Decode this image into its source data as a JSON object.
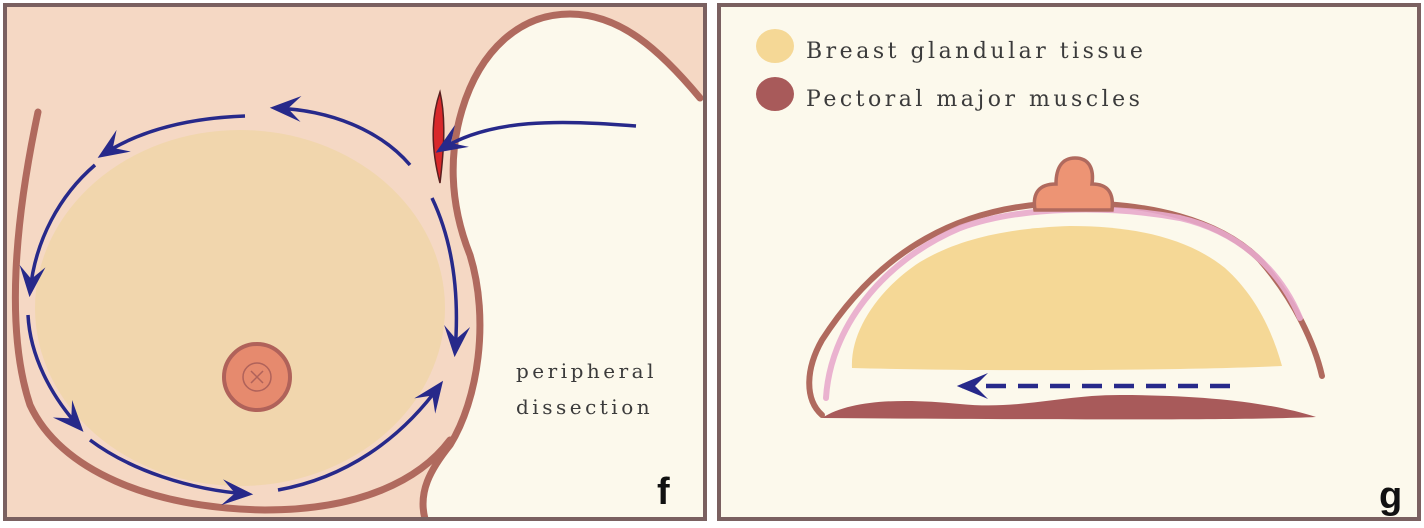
{
  "panel_f": {
    "letter": "f",
    "note_line1": "peripheral",
    "note_line2": "dissection"
  },
  "panel_g": {
    "letter": "g",
    "legend": [
      {
        "label": "Breast glandular tissue",
        "color": "#f5d896"
      },
      {
        "label": "Pectoral major muscles",
        "color": "#a85a5a"
      }
    ]
  },
  "colors": {
    "skin": "#f5d8c4",
    "cream": "#fcf9ec",
    "outline": "#b06a5e",
    "frame": "#7a6060",
    "gland": "#f0d6ac",
    "nipple": "#e68a6e",
    "arrow": "#27298a",
    "incision": "#d8282a"
  }
}
